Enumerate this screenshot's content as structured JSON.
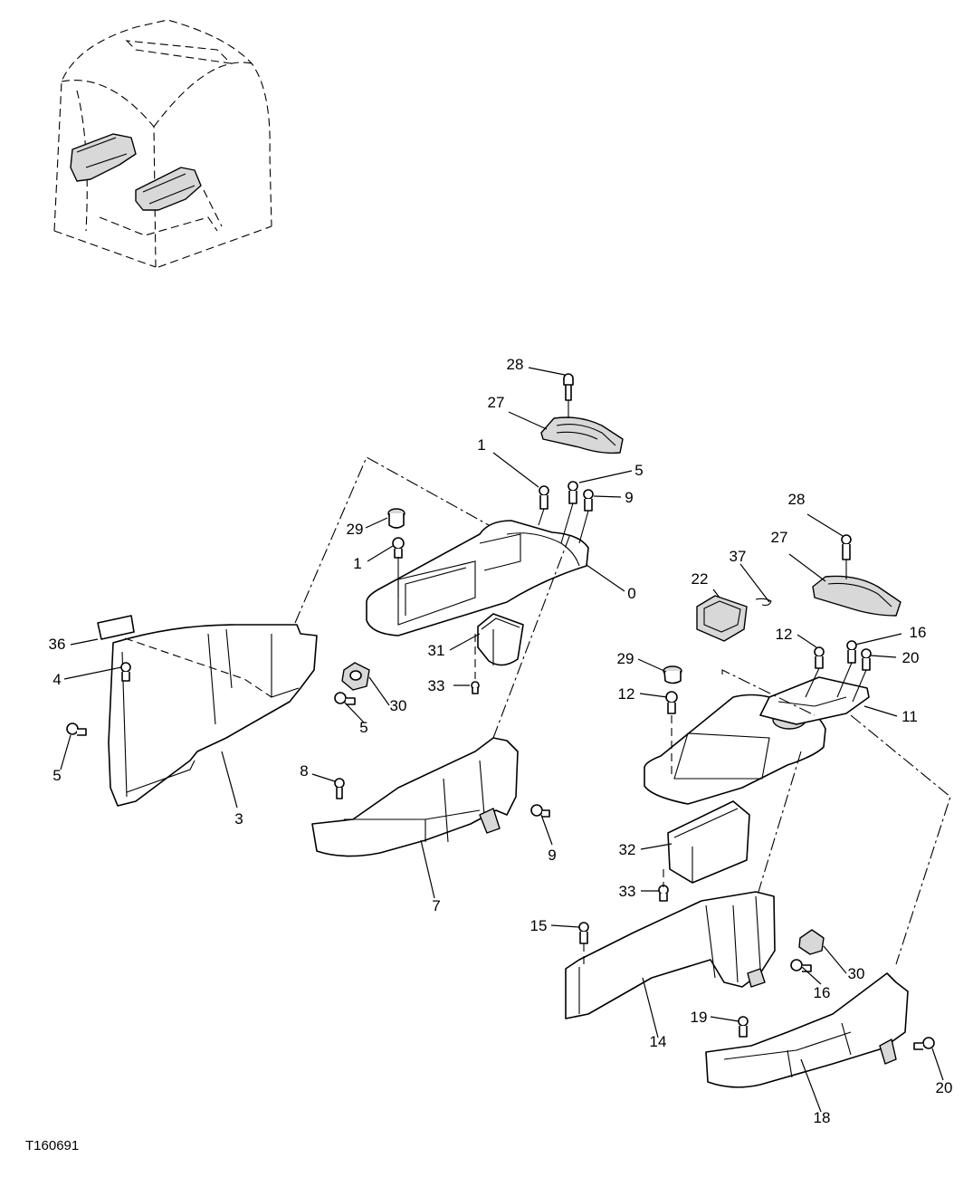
{
  "figure_id": "T160691",
  "callouts": [
    "28",
    "27",
    "1",
    "5",
    "9",
    "29",
    "1",
    "0",
    "36",
    "4",
    "31",
    "33",
    "30",
    "5",
    "5",
    "3",
    "8",
    "9",
    "7",
    "28",
    "27",
    "37",
    "22",
    "16",
    "12",
    "20",
    "29",
    "12",
    "11",
    "32",
    "33",
    "15",
    "30",
    "16",
    "14",
    "19",
    "20",
    "18"
  ]
}
